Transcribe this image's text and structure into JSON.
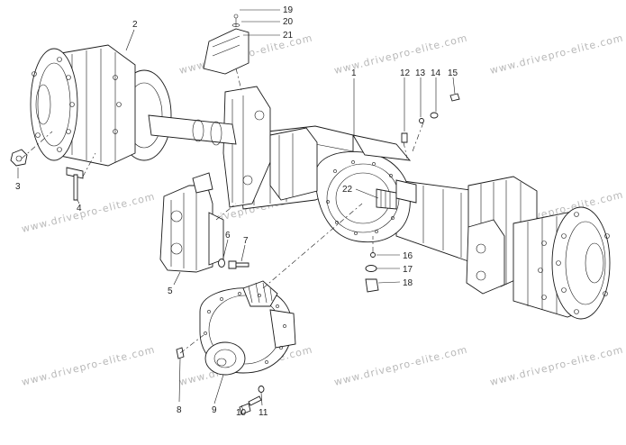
{
  "watermark": {
    "text": "www.drivepro-elite.com"
  },
  "callouts": [
    "1",
    "2",
    "3",
    "4",
    "5",
    "6",
    "7",
    "8",
    "9",
    "10",
    "11",
    "12",
    "13",
    "14",
    "15",
    "16",
    "17",
    "18",
    "19",
    "20",
    "21",
    "22"
  ]
}
